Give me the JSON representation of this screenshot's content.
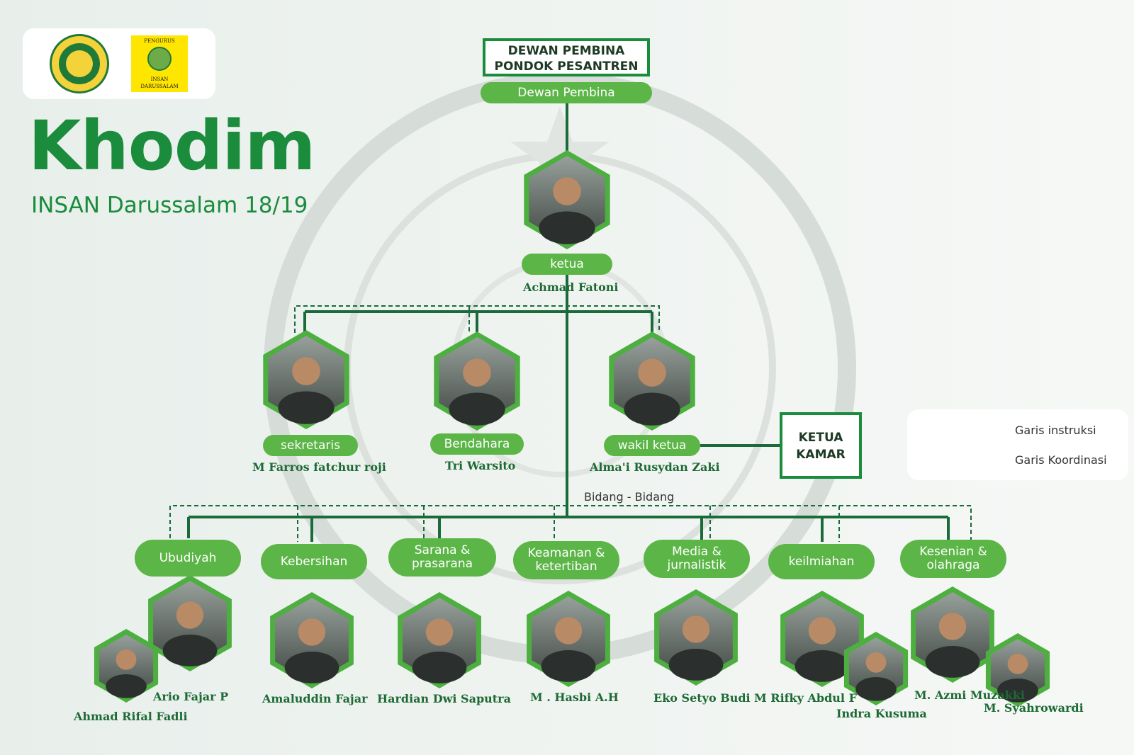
{
  "header": {
    "title": "Khodim",
    "subtitle": "INSAN Darussalam 18/19",
    "logo_text_top": "PENGURUS",
    "logo_text_mid": "INSAN",
    "logo_text_bottom": "DARUSSALAM"
  },
  "board": {
    "title_line1": "DEWAN PEMBINA",
    "title_line2": "PONDOK PESANTREN",
    "label": "Dewan Pembina"
  },
  "ketua": {
    "role": "ketua",
    "name": "Achmad Fatoni"
  },
  "officers": [
    {
      "role": "sekretaris",
      "name": "M Farros fatchur roji"
    },
    {
      "role": "Bendahara",
      "name": "Tri Warsito"
    },
    {
      "role": "wakil ketua",
      "name": "Alma'i Rusydan Zaki"
    }
  ],
  "ketua_kamar": {
    "line1": "KETUA",
    "line2": "KAMAR"
  },
  "bidang_label": "Bidang - Bidang",
  "divisions": [
    {
      "label_line1": "Ubudiyah",
      "label_line2": "",
      "names": [
        "Ario Fajar P",
        "Ahmad Rifal Fadli"
      ]
    },
    {
      "label_line1": "Kebersihan",
      "label_line2": "",
      "names": [
        "Amaluddin Fajar"
      ]
    },
    {
      "label_line1": "Sarana &",
      "label_line2": "prasarana",
      "names": [
        "Hardian Dwi Saputra"
      ]
    },
    {
      "label_line1": "Keamanan &",
      "label_line2": "ketertiban",
      "names": [
        "M . Hasbi A.H"
      ]
    },
    {
      "label_line1": "Media &",
      "label_line2": "jurnalistik",
      "names": [
        "Eko Setyo Budi"
      ]
    },
    {
      "label_line1": "keilmiahan",
      "label_line2": "",
      "names": [
        "M Rifky Abdul F",
        "Indra Kusuma"
      ]
    },
    {
      "label_line1": "Kesenian &",
      "label_line2": "olahraga",
      "names": [
        "M. Azmi Muzakki",
        "M. Syahrowardi"
      ]
    }
  ],
  "legend": {
    "solid": "Garis instruksi",
    "dashed": "Garis Koordinasi"
  },
  "colors": {
    "green_dark": "#1a8c3c",
    "green_light": "#5cb547",
    "line": "#1a6a3a"
  }
}
